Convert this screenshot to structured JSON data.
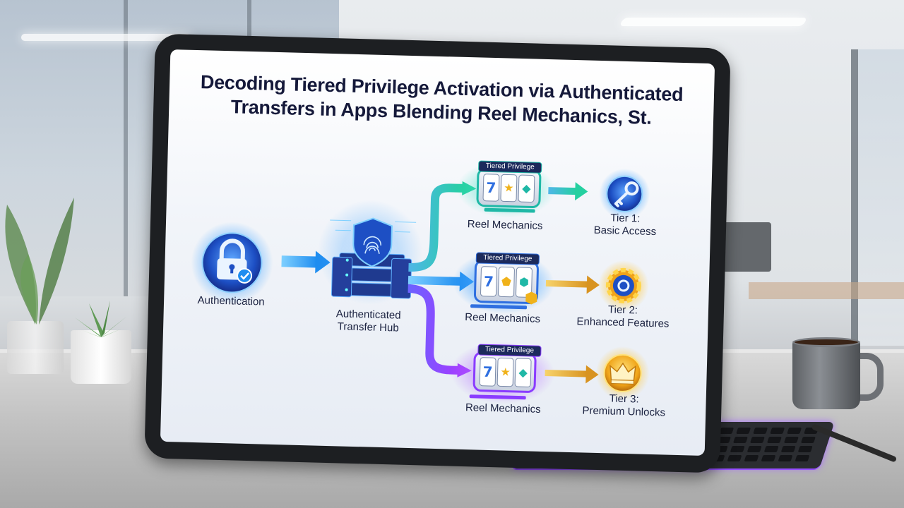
{
  "title": {
    "line1": "Decoding Tiered Privilege Activation via Authenticated",
    "line2": "Transfers in Apps Blending Reel Mechanics, St."
  },
  "nodes": {
    "authentication": {
      "label": "Authentication",
      "icon": "padlock-check-icon"
    },
    "hub": {
      "label_line1": "Authenticated",
      "label_line2": "Transfer Hub",
      "icon": "fingerprint-server-icon"
    }
  },
  "reels": [
    {
      "badge": "Tiered Privilege",
      "label": "Reel Mechanics",
      "symbols": [
        "7",
        "★",
        "◆"
      ],
      "color": "#1fb8a6"
    },
    {
      "badge": "Tiered Privilege",
      "label": "Reel Mechanics",
      "symbols": [
        "7",
        "⬟",
        "⬢"
      ],
      "color": "#2f6fe0"
    },
    {
      "badge": "Tiered Privilege",
      "label": "Reel Mechanics",
      "symbols": [
        "7",
        "★",
        "◆"
      ],
      "color": "#8a3cff"
    }
  ],
  "tiers": [
    {
      "label_line1": "Tier 1:",
      "label_line2": "Basic Access",
      "icon": "key-icon",
      "color": "#2a7be0"
    },
    {
      "label_line1": "Tier 2:",
      "label_line2": "Enhanced Features",
      "icon": "gear-icon",
      "color": "#f0a21a"
    },
    {
      "label_line1": "Tier 3:",
      "label_line2": "Premium Unlocks",
      "icon": "crown-icon",
      "color": "#f2b515"
    }
  ],
  "colors": {
    "title": "#15193a",
    "arrow_blue": "#2aa4f0",
    "arrow_teal": "#22c7a8",
    "arrow_purple": "#8a3cff",
    "arrow_gold": "#e0a12a"
  }
}
